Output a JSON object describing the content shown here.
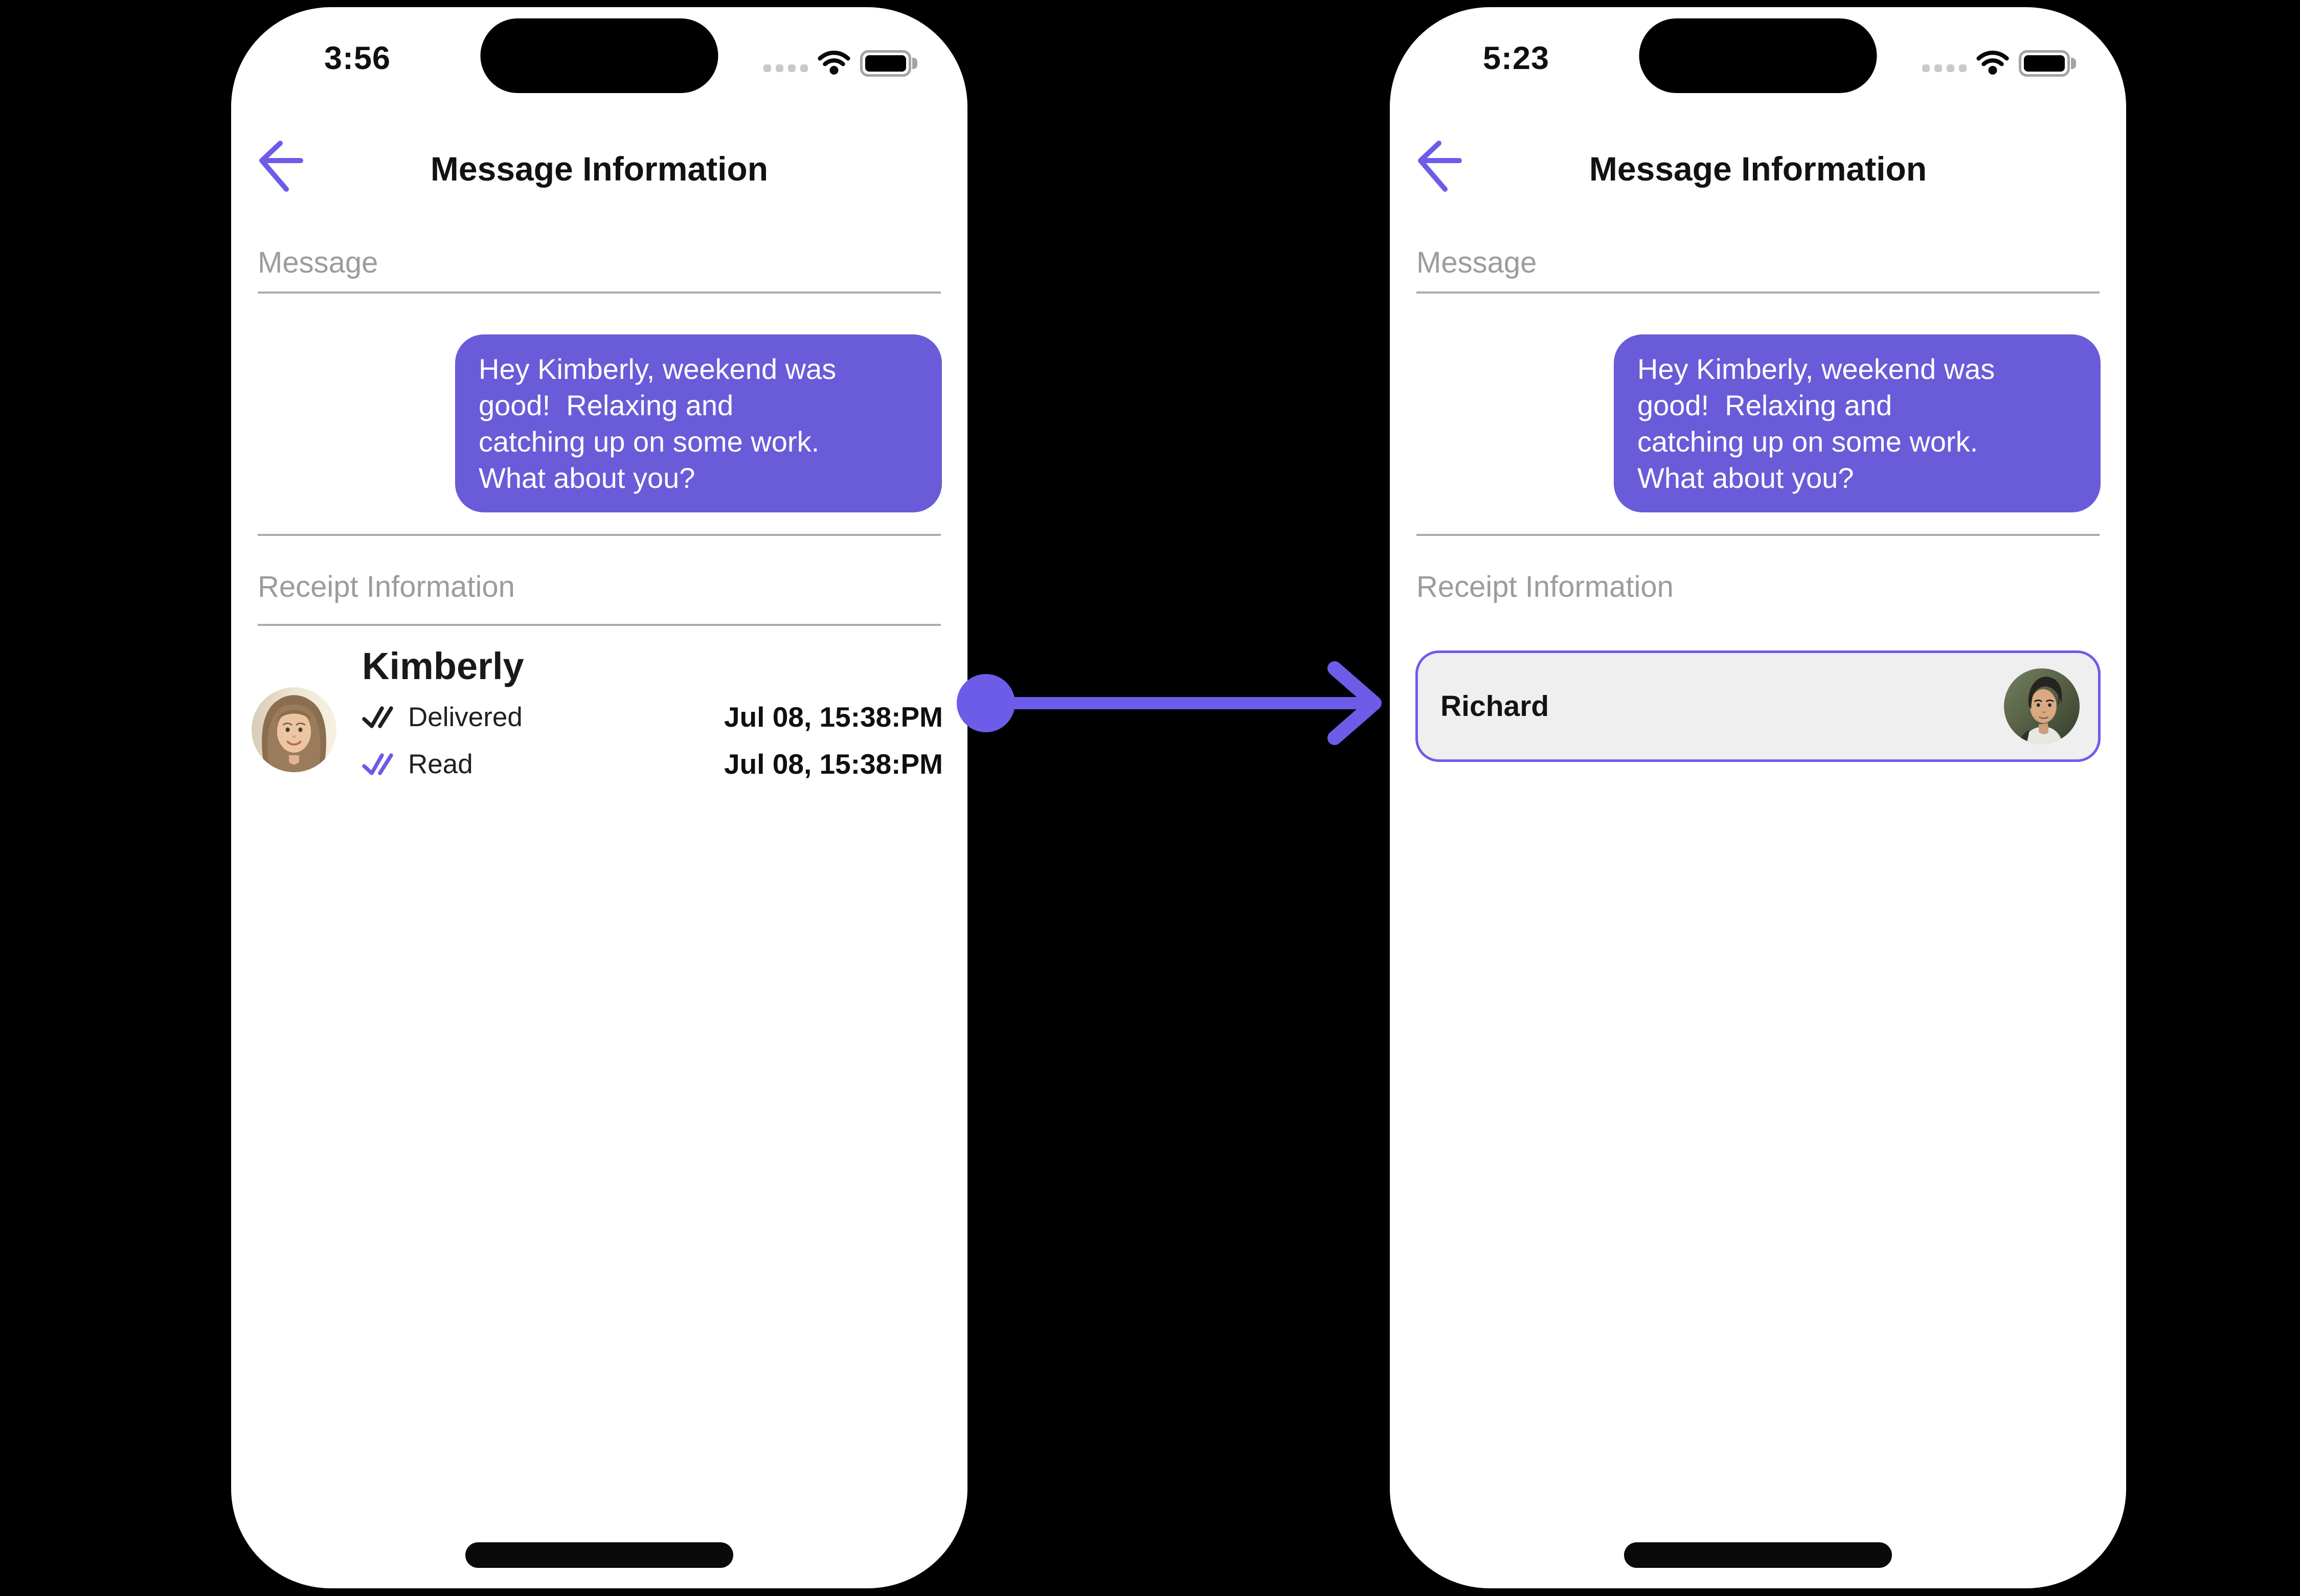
{
  "colors": {
    "accent": "#6d5ce8",
    "bubble": "#6a5bd8",
    "card_border": "#7358ec",
    "card_bg": "#efefef",
    "label_grey": "#9c9c9c",
    "divider_grey": "#ababab"
  },
  "left_phone": {
    "status_bar": {
      "time": "3:56"
    },
    "header": {
      "title": "Message Information"
    },
    "message_section": {
      "label": "Message",
      "bubble_text": "Hey Kimberly, weekend was\ngood!  Relaxing and\ncatching up on some work.\nWhat about you?"
    },
    "receipt_section": {
      "label": "Receipt Information",
      "recipient_name": "Kimberly",
      "statuses": [
        {
          "label": "Delivered",
          "timestamp": "Jul 08, 15:38:PM",
          "check_color": "#1e1e1e"
        },
        {
          "label": "Read",
          "timestamp": "Jul 08, 15:38:PM",
          "check_color": "#6c5ae8"
        }
      ]
    }
  },
  "right_phone": {
    "status_bar": {
      "time": "5:23"
    },
    "header": {
      "title": "Message Information"
    },
    "message_section": {
      "label": "Message",
      "bubble_text": "Hey Kimberly, weekend was\ngood!  Relaxing and\ncatching up on some work.\nWhat about you?"
    },
    "receipt_section": {
      "label": "Receipt Information",
      "recipient_name": "Richard"
    }
  }
}
